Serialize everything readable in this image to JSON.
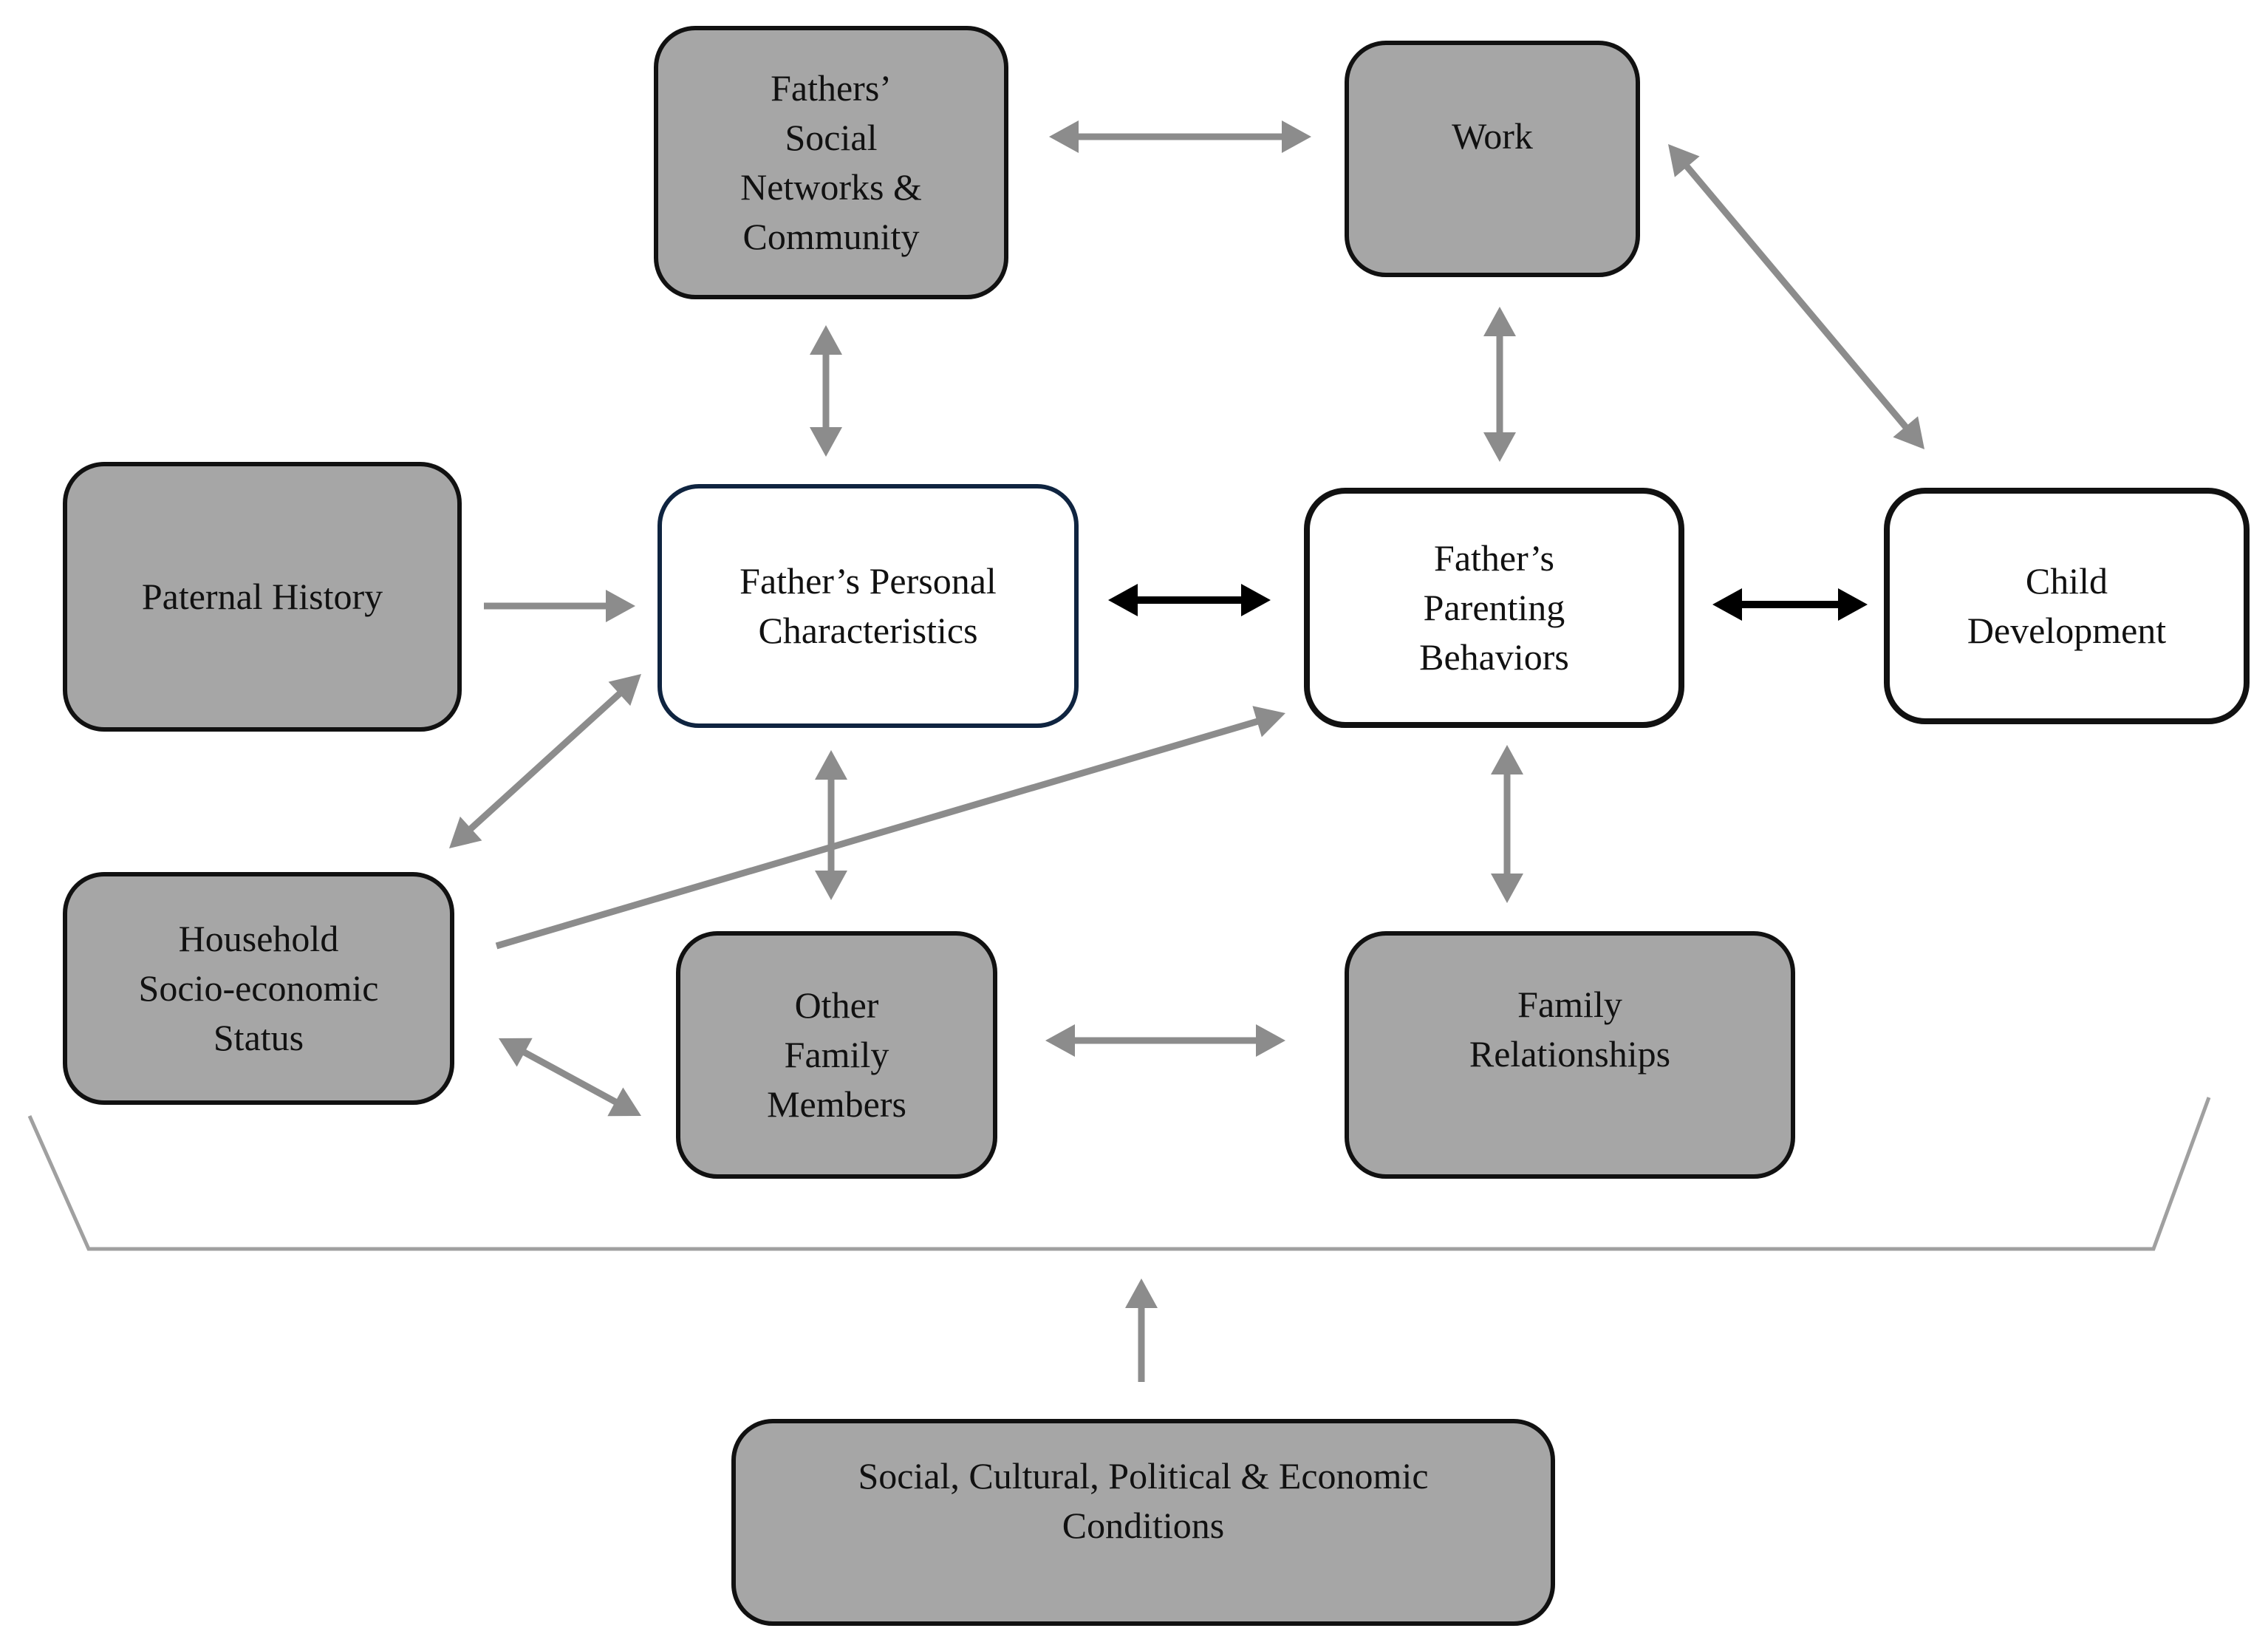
{
  "diagram": {
    "nodes": {
      "fathers_social_networks": "Fathers’\nSocial\nNetworks &\nCommunity",
      "work": "Work",
      "paternal_history": "Paternal History",
      "fathers_personal_characteristics": "Father’s Personal\nCharacteristics",
      "fathers_parenting_behaviors": "Father’s\nParenting\nBehaviors",
      "child_development": "Child\nDevelopment",
      "household_ses": "Household\nSocio-economic\nStatus",
      "other_family_members": "Other\nFamily\nMembers",
      "family_relationships": "Family\nRelationships",
      "conditions": "Social, Cultural, Political & Economic\nConditions"
    },
    "connections": [
      {
        "from": "fathers_social_networks",
        "to": "work",
        "direction": "both",
        "color": "grey"
      },
      {
        "from": "fathers_social_networks",
        "to": "fathers_personal_characteristics",
        "direction": "both",
        "color": "grey"
      },
      {
        "from": "work",
        "to": "fathers_parenting_behaviors",
        "direction": "both",
        "color": "grey"
      },
      {
        "from": "work",
        "to": "child_development",
        "direction": "both",
        "color": "grey"
      },
      {
        "from": "paternal_history",
        "to": "fathers_personal_characteristics",
        "direction": "forward",
        "color": "grey"
      },
      {
        "from": "fathers_personal_characteristics",
        "to": "fathers_parenting_behaviors",
        "direction": "both",
        "color": "black"
      },
      {
        "from": "fathers_parenting_behaviors",
        "to": "child_development",
        "direction": "both",
        "color": "black"
      },
      {
        "from": "household_ses",
        "to": "fathers_personal_characteristics",
        "direction": "both",
        "color": "grey"
      },
      {
        "from": "household_ses",
        "to": "fathers_parenting_behaviors",
        "direction": "forward",
        "color": "grey"
      },
      {
        "from": "household_ses",
        "to": "other_family_members",
        "direction": "both",
        "color": "grey"
      },
      {
        "from": "fathers_personal_characteristics",
        "to": "other_family_members",
        "direction": "both",
        "color": "grey"
      },
      {
        "from": "other_family_members",
        "to": "family_relationships",
        "direction": "both",
        "color": "grey"
      },
      {
        "from": "fathers_parenting_behaviors",
        "to": "family_relationships",
        "direction": "both",
        "color": "grey"
      },
      {
        "from": "conditions",
        "to": "context_bracket",
        "direction": "forward",
        "color": "grey"
      }
    ],
    "colors": {
      "box_fill": "#a6a6a6",
      "box_border": "#111111",
      "focus_border_navy": "#0f2440",
      "arrow_grey": "#8c8c8c",
      "arrow_black": "#000000",
      "bracket": "#a0a0a0"
    }
  }
}
